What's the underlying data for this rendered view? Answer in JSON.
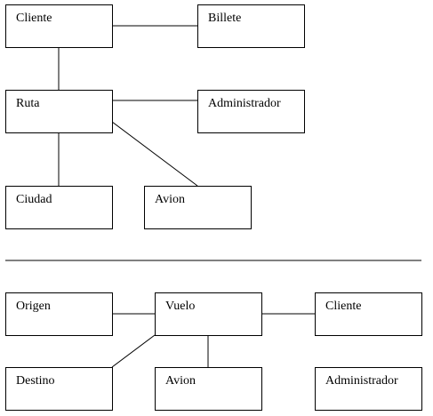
{
  "diagram_top": {
    "cliente": "Cliente",
    "billete": "Billete",
    "ruta": "Ruta",
    "administrador": "Administrador",
    "ciudad": "Ciudad",
    "avion": "Avion"
  },
  "diagram_bottom": {
    "origen": "Origen",
    "vuelo": "Vuelo",
    "cliente": "Cliente",
    "destino": "Destino",
    "avion": "Avion",
    "administrador": "Administrador"
  },
  "colors": {
    "stroke": "#000000",
    "background": "#ffffff"
  }
}
